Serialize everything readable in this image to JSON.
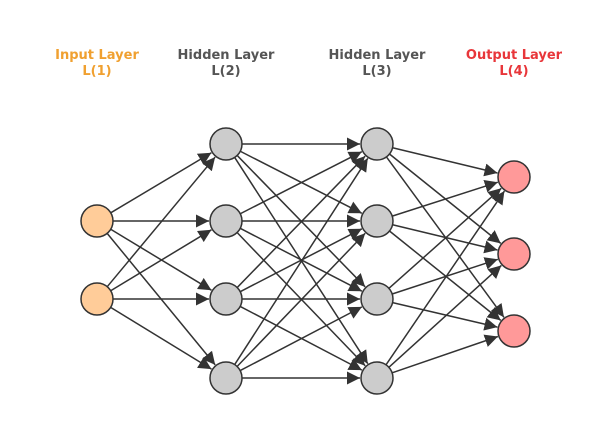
{
  "layers": [
    {
      "name": "Input Layer",
      "index_label": "L(1)",
      "color": "#f0a030",
      "node_fill": "#ffcc99",
      "node_count": 2
    },
    {
      "name": "Hidden Layer",
      "index_label": "L(2)",
      "color": "#555555",
      "node_fill": "#cccccc",
      "node_count": 4
    },
    {
      "name": "Hidden Layer",
      "index_label": "L(3)",
      "color": "#555555",
      "node_fill": "#cccccc",
      "node_count": 4
    },
    {
      "name": "Output Layer",
      "index_label": "L(4)",
      "color": "#e8363a",
      "node_fill": "#ff9999",
      "node_count": 3
    }
  ],
  "connections": "fully-connected",
  "edge_color": "#333333",
  "node_stroke": "#333333"
}
